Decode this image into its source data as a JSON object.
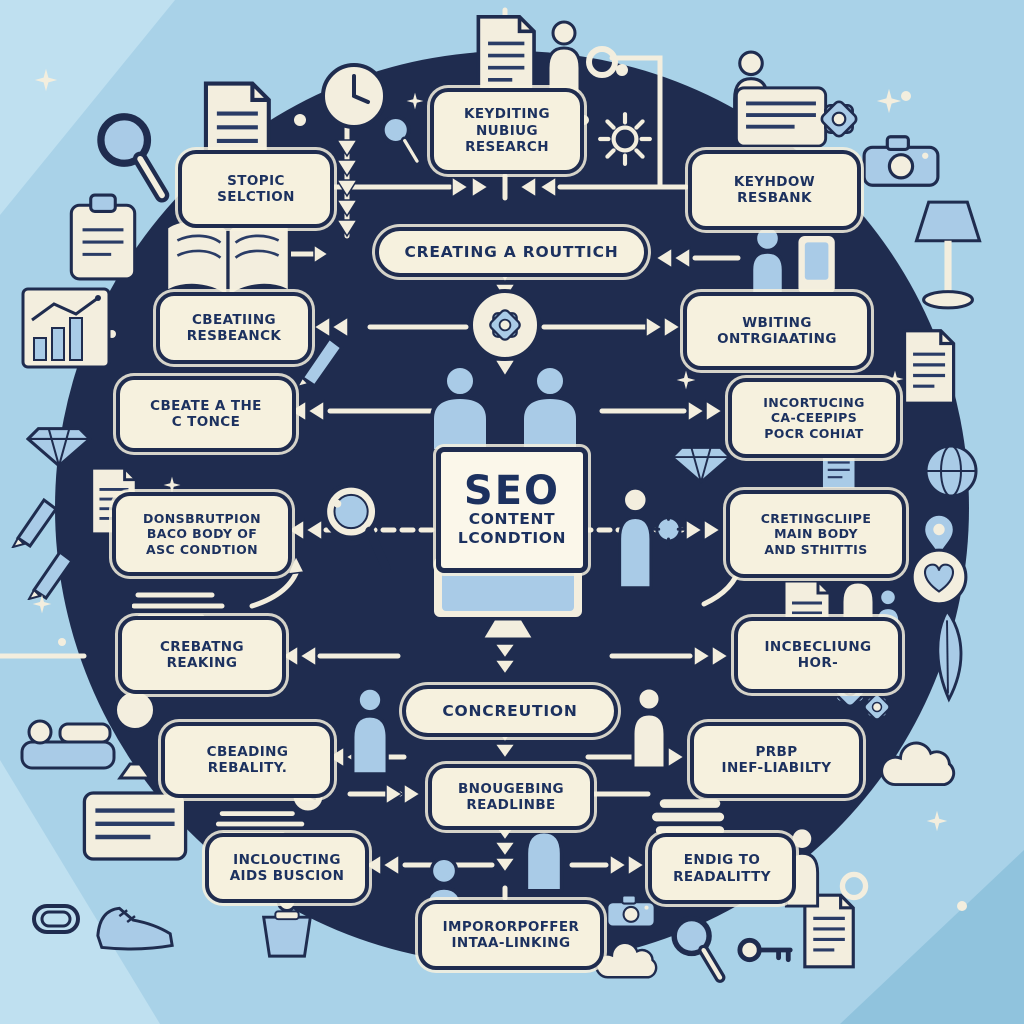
{
  "diagram": {
    "subject": "SEO Content Creation flow diagram",
    "center": {
      "line1": "SEO",
      "line2": "CONTENT",
      "line3": "LCONDTION"
    },
    "nodes": [
      {
        "id": "keyditing-nubiug-research",
        "label": "KEYDITING\nNUBIUG\nRESEARCH"
      },
      {
        "id": "stopic-selction",
        "label": "STOPIC\nSELCTION"
      },
      {
        "id": "keyhdow-resbank",
        "label": "KEYHDOW\nRESBANK"
      },
      {
        "id": "creating-a-routtich",
        "label": "CREATING A ROUTTICH"
      },
      {
        "id": "cbeatiing-resbeanck",
        "label": "CBEATIING\nRESBEANCK"
      },
      {
        "id": "wbiting-ontrgiaating",
        "label": "WBITING\nONTRGIAATING"
      },
      {
        "id": "cbeate-a-the-c-tonce",
        "label": "CBEATE A THE\nC TONCE"
      },
      {
        "id": "incortucing-ca-ceepips",
        "label": "INCORTUCING\nCA-CEEPIPS\nPOCR COHIAT"
      },
      {
        "id": "donsbrutpion-baco-body",
        "label": "DONSBRUTPION\nBACO BODY OF\nASC CONDTION"
      },
      {
        "id": "cretingcliipe-main-body",
        "label": "CRETINGCLIIPE\nMAIN BODY\nAND STHITTIS"
      },
      {
        "id": "crebatng-reaking",
        "label": "CREBATNG\nREAKING"
      },
      {
        "id": "incbecliung-hor",
        "label": "INCBECLIUNG\nHOR-"
      },
      {
        "id": "concreution",
        "label": "CONCREUTION"
      },
      {
        "id": "cbeading-rebality",
        "label": "CBEADING\nREBALITY."
      },
      {
        "id": "prbp-inef-liabilty",
        "label": "PRBP\nINEF-LIABILTY"
      },
      {
        "id": "bnougebing-readlinbe",
        "label": "BNOUGEBING\nREADLINBE"
      },
      {
        "id": "incloucting-aids-buscion",
        "label": "INCLOUCTING\nAIDS BUSCION"
      },
      {
        "id": "endig-to-readalitty",
        "label": "ENDIG TO\nREADALITTY"
      },
      {
        "id": "impororpoffer-intaa-linking",
        "label": "IMPORORPOFFER\nINTAA-LINKING"
      }
    ],
    "colors": {
      "background": "#a9d2e8",
      "circle": "#1f2c4f",
      "box_fill": "#f6f1de",
      "box_border": "#1f2c4f",
      "box_text": "#1c315f",
      "arrow": "#f3eede",
      "icon_blue": "#a9cbe7",
      "icon_cream": "#f3eede"
    },
    "icons": {
      "document-icon": "📄",
      "magnifier-icon": "🔍",
      "clipboard-icon": "📋",
      "clock-icon": "🕐",
      "person-icon": "🧍",
      "walking-person-icon": "🚶",
      "open-book-icon": "📖",
      "bar-chart-icon": "📊",
      "gear-icon": "⚙",
      "camera-icon": "📷",
      "sun-icon": "☀",
      "desk-lamp-icon": "💡",
      "monitor-icon": "🖥",
      "hooded-figures-icon": "🧥",
      "magnifier-person-icon": "🔍",
      "gear-person-icon": "⚙",
      "phone-person-icon": "📱",
      "diamond-icon": "💎",
      "sparkle-icon": "✦",
      "pencil-icon": "✏",
      "cloud-icon": "☁",
      "books-stack-icon": "📚",
      "key-icon": "🔑",
      "paperclip-icon": "📎",
      "shoe-icon": "👟",
      "tablet-icon": "📟",
      "lined-card-icon": "🗒",
      "map-pin-icon": "📍",
      "heart-badge-icon": "❤",
      "feather-icon": "🪶",
      "globe-icon": "🌐",
      "standing-mirror-icon": "🪞",
      "reading-person-icon": "🛏",
      "podium-person-icon": "🧑‍🏫",
      "speed-lines-icon": "〰",
      "ring-icon": "◯"
    }
  }
}
